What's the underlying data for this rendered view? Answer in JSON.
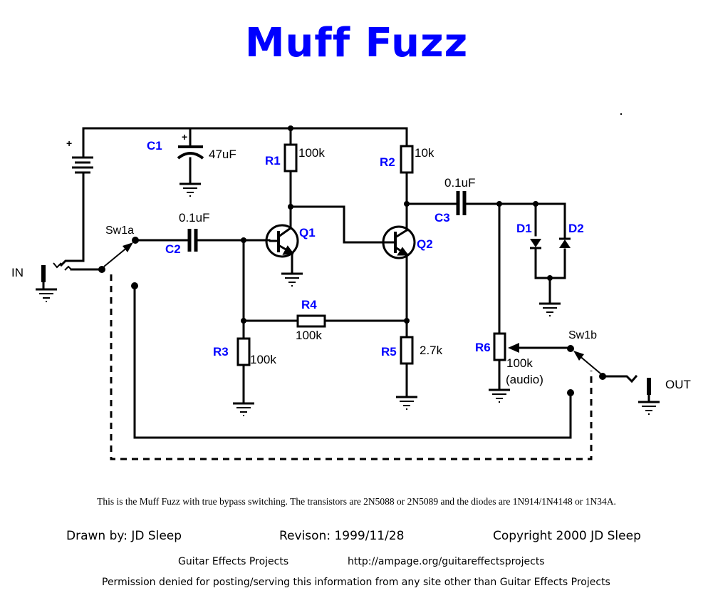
{
  "title": "Muff Fuzz",
  "components": {
    "C1": {
      "ref": "C1",
      "value": "47uF",
      "polarity": "+"
    },
    "C2": {
      "ref": "C2",
      "value": "0.1uF"
    },
    "C3": {
      "ref": "C3",
      "value": "0.1uF"
    },
    "R1": {
      "ref": "R1",
      "value": "100k"
    },
    "R2": {
      "ref": "R2",
      "value": "10k"
    },
    "R3": {
      "ref": "R3",
      "value": "100k"
    },
    "R4": {
      "ref": "R4",
      "value": "100k"
    },
    "R5": {
      "ref": "R5",
      "value": "2.7k"
    },
    "R6": {
      "ref": "R6",
      "value": "100k",
      "taper": "(audio)"
    },
    "Q1": {
      "ref": "Q1"
    },
    "Q2": {
      "ref": "Q2"
    },
    "D1": {
      "ref": "D1"
    },
    "D2": {
      "ref": "D2"
    },
    "Sw1a": {
      "ref": "Sw1a"
    },
    "Sw1b": {
      "ref": "Sw1b"
    },
    "battery": {
      "polarity": "+"
    }
  },
  "io": {
    "input": "IN",
    "output": "OUT"
  },
  "description": "This is the Muff Fuzz with true bypass switching.  The transistors are 2N5088 or 2N5089 and the diodes are 1N914/1N4148 or 1N34A.",
  "footer": {
    "drawn_by": "Drawn by: JD Sleep",
    "revision": "Revison: 1999/11/28",
    "copyright": "Copyright 2000  JD Sleep",
    "site_name": "Guitar Effects Projects",
    "site_url": "http://ampage.org/guitareffectsprojects",
    "permission": "Permission denied for posting/serving this information from any site other than Guitar Effects Projects"
  }
}
